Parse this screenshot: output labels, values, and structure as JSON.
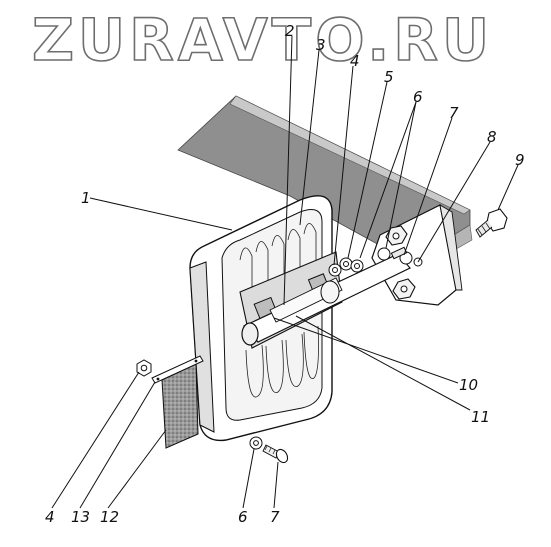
{
  "watermark": "ZURAVTO.RU",
  "callouts": [
    "1",
    "2",
    "3",
    "4",
    "5",
    "6",
    "7",
    "8",
    "9",
    "10",
    "11",
    "4",
    "13",
    "12",
    "6",
    "7"
  ]
}
